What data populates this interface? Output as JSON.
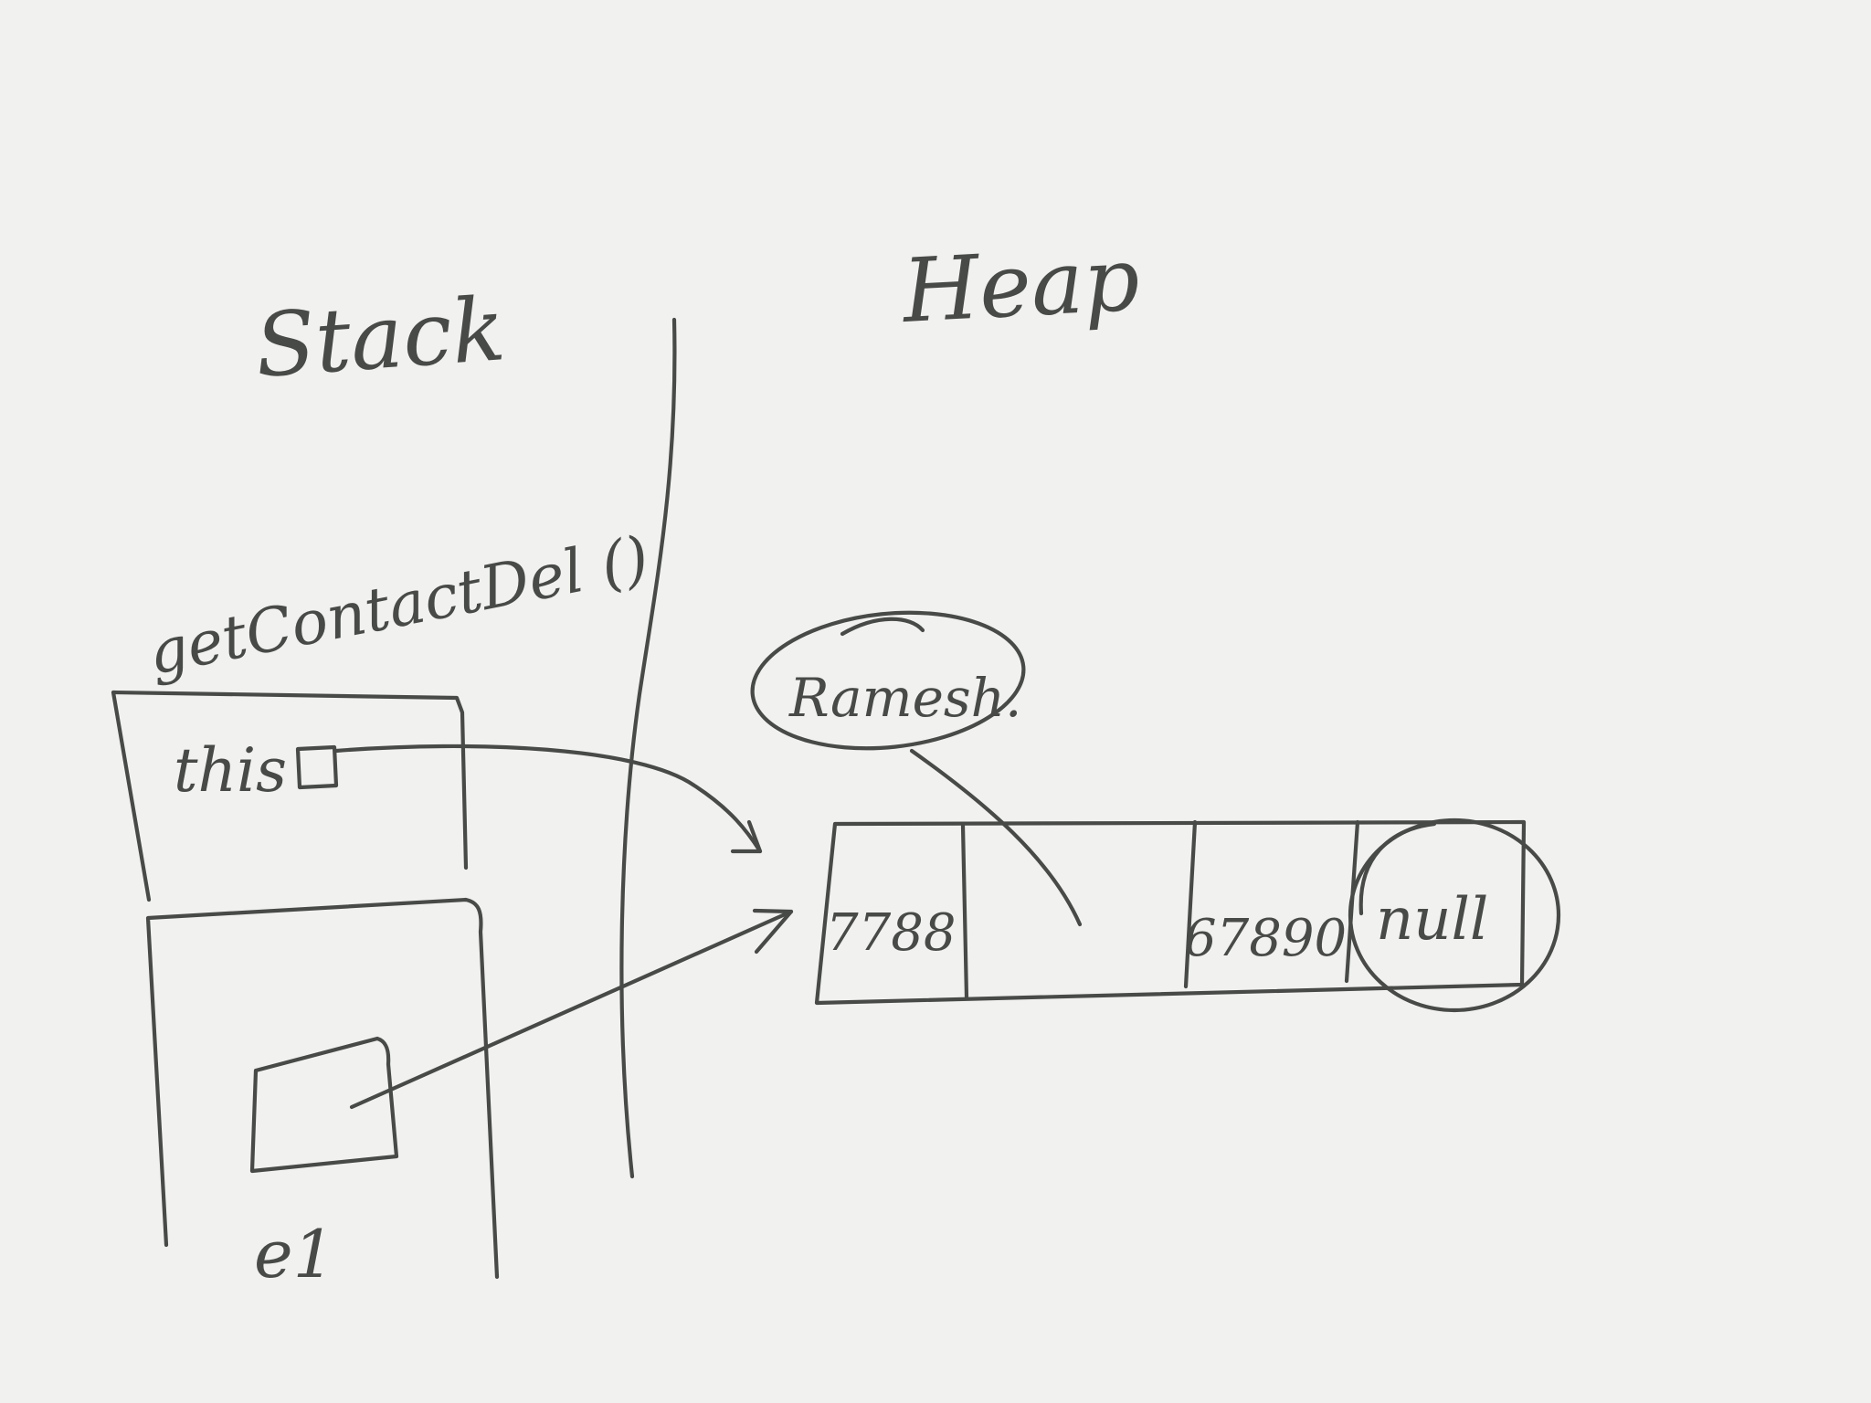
{
  "stack": {
    "title": "Stack",
    "method_call": "getContactDel ()",
    "this_label": "this",
    "variable_label": "e1"
  },
  "heap": {
    "title": "Heap",
    "string_object": "Ramesh.",
    "cells": [
      "7788",
      "",
      "67890",
      "null"
    ]
  }
}
